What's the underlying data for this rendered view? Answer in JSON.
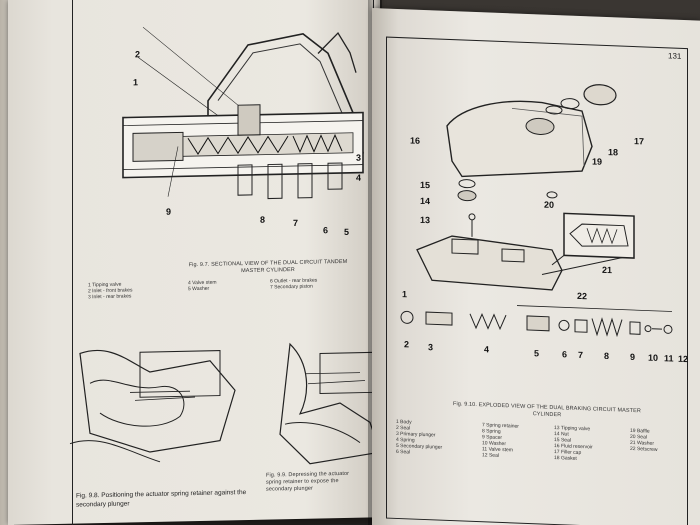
{
  "right_page": {
    "page_number": "131",
    "fig_910_caption": "Fig. 9.10. EXPLODED VIEW OF THE DUAL BRAKING CIRCUIT MASTER CYLINDER",
    "legend_col1": [
      "1 Body",
      "2 Seal",
      "3 Primary plunger",
      "4 Spring",
      "5 Secondary plunger",
      "6 Seal"
    ],
    "legend_col2": [
      "7 Spring retainer",
      "8 Spring",
      "9 Spacer",
      "10 Washer",
      "11 Valve stem",
      "12 Seal"
    ],
    "legend_col3": [
      "13 Tipping valve",
      "14 Nut",
      "15 Seal",
      "16 Fluid reservoir",
      "17 Filler cap",
      "18 Gasket"
    ],
    "legend_col4": [
      "19 Baffle",
      "20 Seal",
      "21 Washer",
      "22 Setscrew"
    ],
    "callouts": [
      "16",
      "17",
      "18",
      "19",
      "15",
      "14",
      "13",
      "20",
      "21",
      "22",
      "1",
      "2",
      "3",
      "4",
      "5",
      "6",
      "7",
      "8",
      "9",
      "10",
      "11",
      "12"
    ]
  },
  "left_page": {
    "fig_97_caption": "Fig. 9.7. SECTIONAL VIEW OF THE DUAL CIRCUIT TANDEM MASTER CYLINDER",
    "legend_col1": [
      "1 Tipping valve",
      "2 Inlet - front brakes",
      "3 Inlet - rear brakes"
    ],
    "legend_col2": [
      "4 Valve stem",
      "5 Washer"
    ],
    "legend_col3": [
      "6 Outlet - rear brakes",
      "7 Secondary piston"
    ],
    "callouts": [
      "2",
      "1",
      "9",
      "8",
      "7",
      "6",
      "5",
      "3",
      "4"
    ],
    "fig_98_caption": "Fig. 9.8. Positioning the actuator spring retainer against the secondary plunger",
    "fig_99_caption": "Fig. 9.9. Depressing the actuator spring retainer to expose the secondary plunger"
  }
}
